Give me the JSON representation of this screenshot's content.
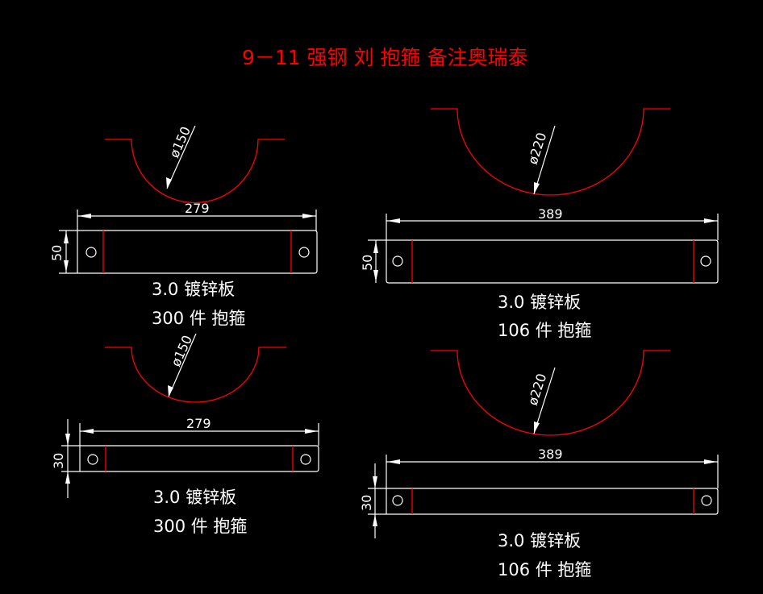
{
  "title": "9－11 强钢 刘 抱箍 备注奥瑞泰",
  "colors": {
    "background": "#000000",
    "outline": "#ffffff",
    "bend_line": "#ff0000",
    "title": "#ff0000"
  },
  "parts": [
    {
      "diameter": "ø150",
      "length": "279",
      "width": "50",
      "material": "3.0 镀锌板",
      "quantity": "300 件 抱箍"
    },
    {
      "diameter": "ø150",
      "length": "279",
      "width": "30",
      "material": "3.0 镀锌板",
      "quantity": "300 件 抱箍"
    },
    {
      "diameter": "ø220",
      "length": "389",
      "width": "50",
      "material": "3.0 镀锌板",
      "quantity": "106 件 抱箍"
    },
    {
      "diameter": "ø220",
      "length": "389",
      "width": "30",
      "material": "3.0 镀锌板",
      "quantity": "106 件 抱箍"
    }
  ]
}
